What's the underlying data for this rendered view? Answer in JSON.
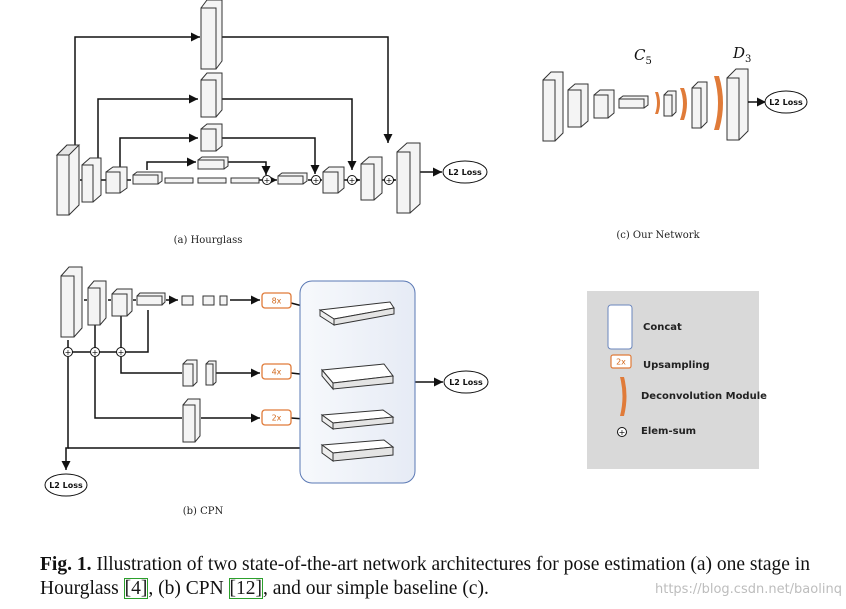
{
  "panels": {
    "hourglass_caption": "(a) Hourglass",
    "network_caption": "(c) Our Network",
    "cpn_caption": "(b) CPN"
  },
  "loss_label": "L2 Loss",
  "network_labels": {
    "c5": "C",
    "c5_sub": "5",
    "d3": "D",
    "d3_sub": "3"
  },
  "upsampling": [
    "8x",
    "4x",
    "2x"
  ],
  "legend": {
    "concat": "Concat",
    "upsample_badge": "2x",
    "upsampling": "Upsampling",
    "deconv": "Deconvolution Module",
    "elemsum": "Elem-sum"
  },
  "caption": {
    "fig": "Fig. 1.",
    "text1": " Illustration of two state-of-the-art network architectures for pose estimation (a) one stage in Hourglass ",
    "ref1": "[4]",
    "text2": ", (b) CPN ",
    "ref2": "[12]",
    "text3": ", and our simple baseline (c)."
  },
  "watermark": "https://blog.csdn.net/baolinq",
  "colors": {
    "orange": "#e07b39",
    "panel_bg": "#f0f3fa",
    "legend_bg": "#d9d9d9"
  }
}
